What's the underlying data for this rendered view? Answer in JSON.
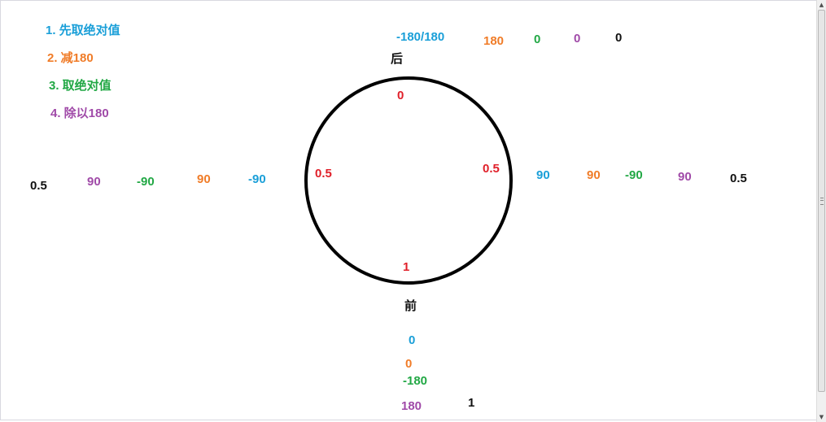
{
  "legend": [
    {
      "text": "1. 先取绝对值",
      "color": "#1a9fd8"
    },
    {
      "text": "2. 减180",
      "color": "#f07c28"
    },
    {
      "text": "3. 取绝对值",
      "color": "#22a845"
    },
    {
      "text": "4. 除以180",
      "color": "#a04aa8"
    }
  ],
  "directions": {
    "back": "后",
    "front": "前"
  },
  "circle_values": {
    "top": "0",
    "left": "0.5",
    "right": "0.5",
    "bottom": "1"
  },
  "top_chain": {
    "step1": "-180/180",
    "step2": "180",
    "step3": "0",
    "step4": "0",
    "result": "0"
  },
  "left_chain": {
    "raw": "-90",
    "step2": "90",
    "step3": "-90",
    "step4": "90",
    "result": "0.5"
  },
  "right_chain": {
    "step1": "90",
    "step2": "90",
    "step3": "-90",
    "step4": "90",
    "result": "0.5"
  },
  "bottom_chain": {
    "step1": "0",
    "step2": "0",
    "step3": "-180",
    "step4": "180",
    "result": "1"
  },
  "colors": {
    "step1": "#1a9fd8",
    "step2": "#f07c28",
    "step3": "#22a845",
    "step4": "#a04aa8",
    "result": "#111111",
    "circle_value": "#e0202a"
  }
}
